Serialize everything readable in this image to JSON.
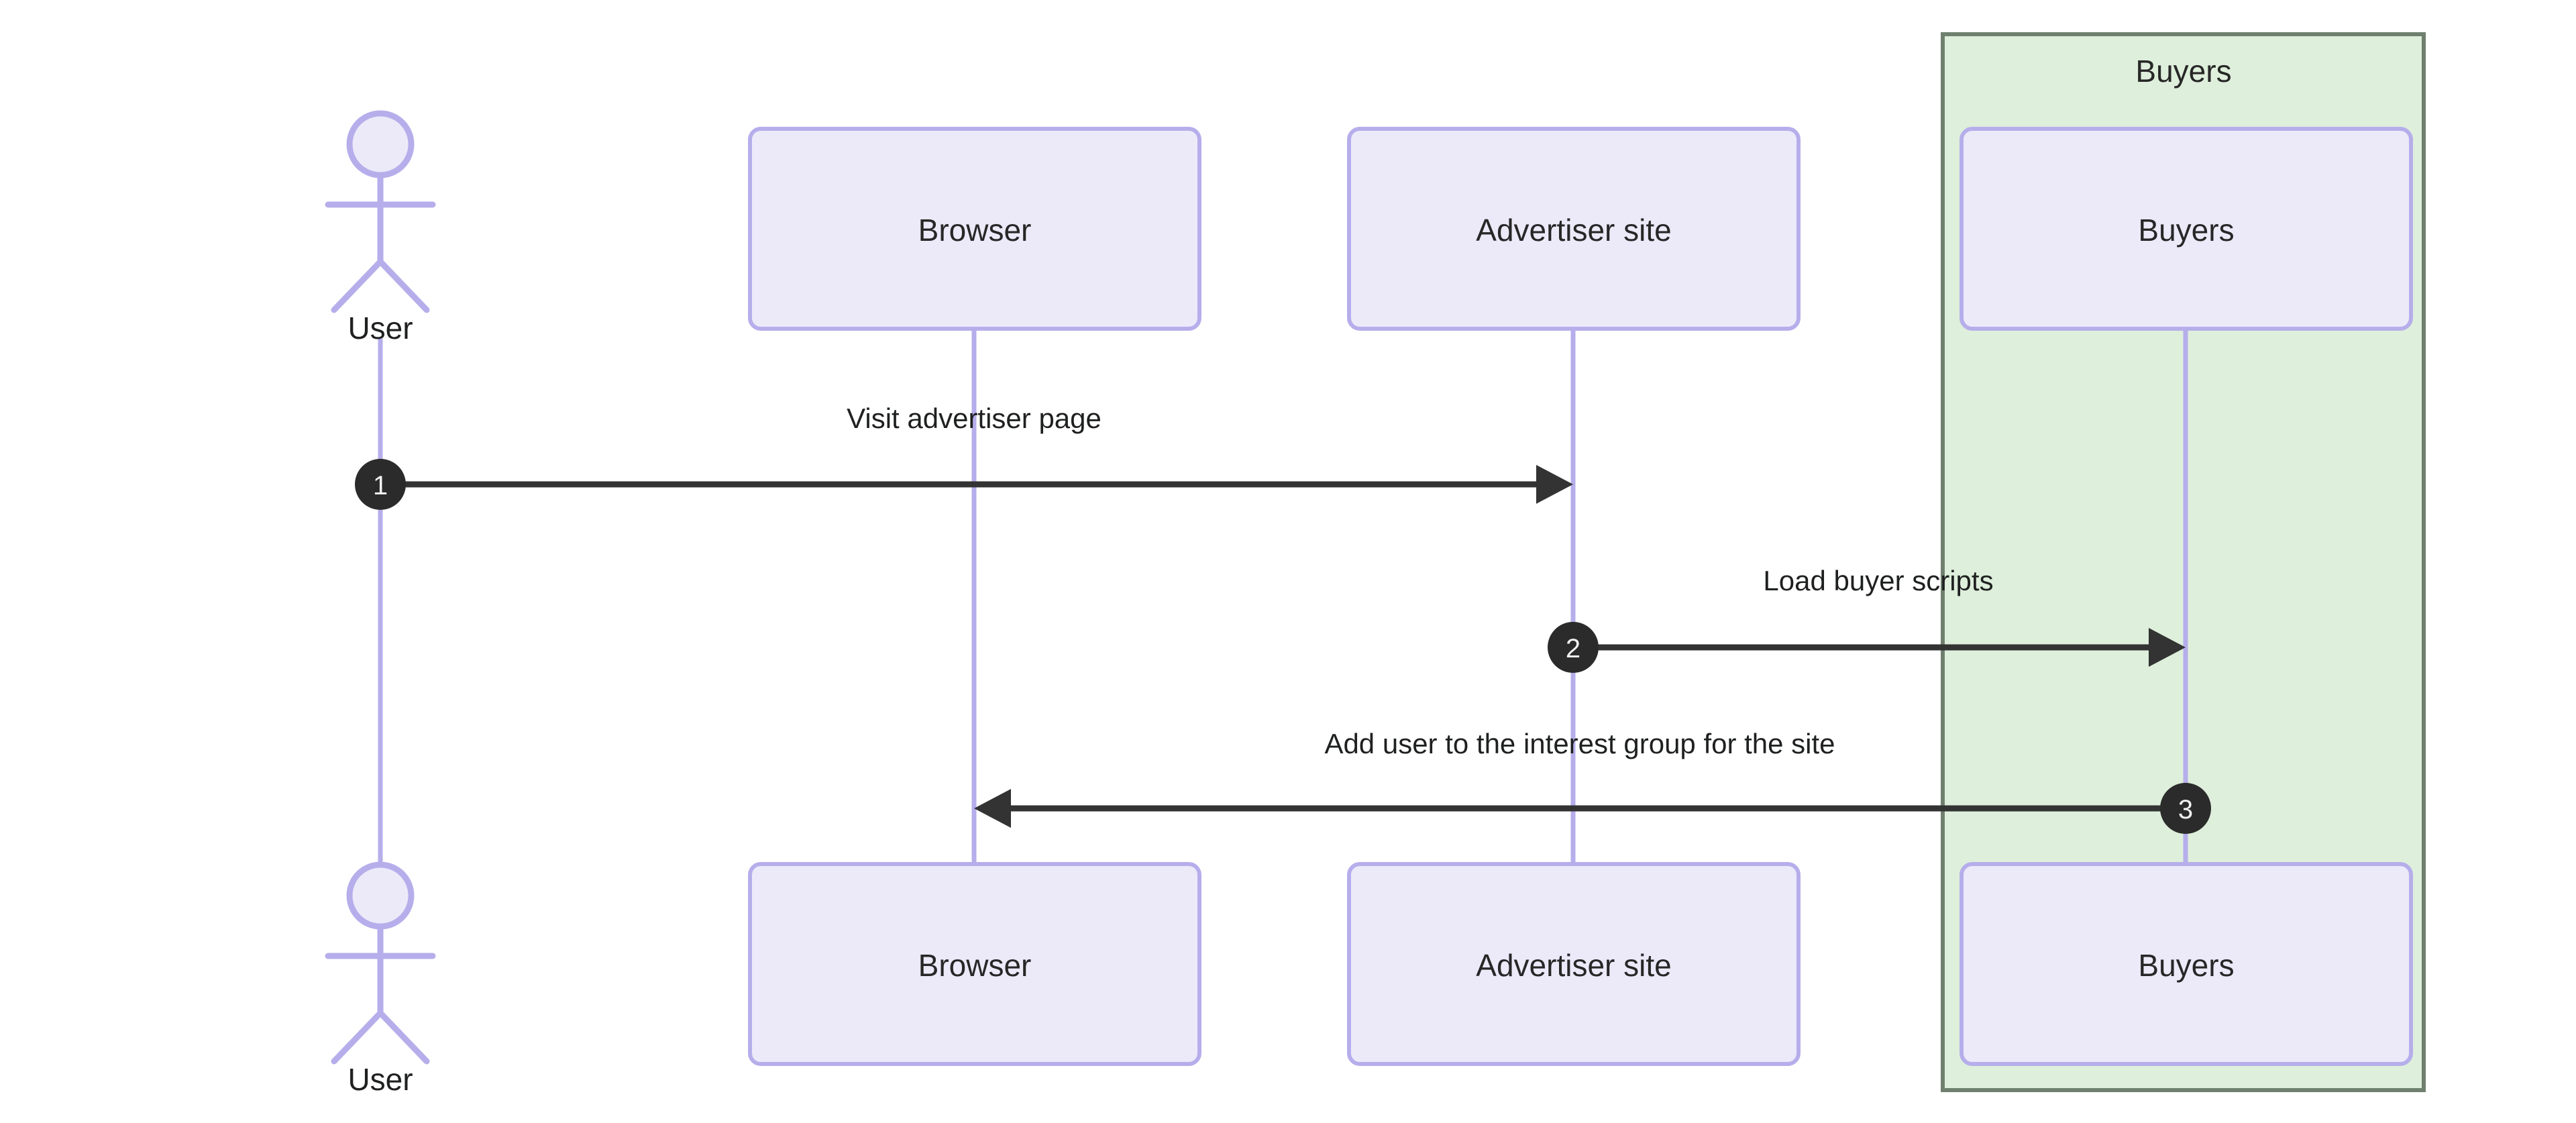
{
  "diagram": {
    "type": "sequence-diagram",
    "title": "",
    "background_color": "#ffffff",
    "colors": {
      "participant_fill": "#ECEAF9",
      "participant_border": "#B6AEEB",
      "lifeline": "#B6AEEB",
      "group_fill": "#DEEFDC",
      "group_border": "#70806E",
      "arrow": "#333333",
      "sequence_marker_fill": "#2B2B2B",
      "sequence_marker_text": "#f2f2f2",
      "text": "#1f2020"
    },
    "actors": [
      {
        "id": "user",
        "label": "User",
        "kind": "actor",
        "label_bottom": "User"
      }
    ],
    "participants": [
      {
        "id": "browser",
        "label": "Browser",
        "label_bottom": "Browser",
        "kind": "participant"
      },
      {
        "id": "advertiser",
        "label": "Advertiser site",
        "label_bottom": "Advertiser site",
        "kind": "participant"
      },
      {
        "id": "buyers",
        "label": "Buyers",
        "label_bottom": "Buyers",
        "kind": "participant",
        "group": "buyers-group"
      }
    ],
    "groups": [
      {
        "id": "buyers-group",
        "label": "Buyers",
        "members": [
          "buyers"
        ]
      }
    ],
    "messages": [
      {
        "number": "1",
        "label": "Visit advertiser page",
        "from": "user",
        "to": "advertiser",
        "direction": "right",
        "arrow": "solid"
      },
      {
        "number": "2",
        "label": "Load buyer scripts",
        "from": "advertiser",
        "to": "buyers",
        "direction": "right",
        "arrow": "solid"
      },
      {
        "number": "3",
        "label": "Add user to the interest group for the site",
        "from": "buyers",
        "to": "browser",
        "direction": "left",
        "arrow": "solid"
      }
    ]
  }
}
